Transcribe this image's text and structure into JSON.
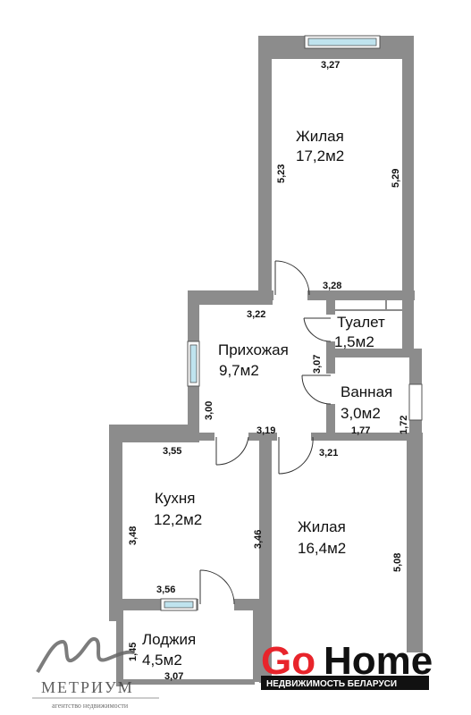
{
  "rooms": {
    "living1": {
      "name": "Жилая",
      "area": "17,2м2"
    },
    "toilet": {
      "name": "Туалет",
      "area": "1,5м2"
    },
    "hallway": {
      "name": "Прихожая",
      "area": "9,7м2"
    },
    "bathroom": {
      "name": "Ванная",
      "area": "3,0м2"
    },
    "kitchen": {
      "name": "Кухня",
      "area": "12,2м2"
    },
    "living2": {
      "name": "Жилая",
      "area": "16,4м2"
    },
    "loggia": {
      "name": "Лоджия",
      "area": "4,5м2"
    }
  },
  "dimensions": {
    "living1_top": "3,27",
    "living1_left": "5,23",
    "living1_right": "5,29",
    "living1_bottom": "3,28",
    "hallway_top": "3,22",
    "hallway_right": "3,07",
    "hallway_left": "3,00",
    "hallway_bottom": "3,19",
    "bath_bottom": "1,77",
    "bath_right": "1,72",
    "kitchen_top": "3,55",
    "kitchen_left": "3,48",
    "kitchen_right": "3,46",
    "kitchen_bottom": "3,56",
    "living2_top": "3,21",
    "living2_right": "5,08",
    "loggia_left": "1,45",
    "loggia_bottom": "3,07"
  },
  "branding": {
    "metrium_name": "МЕТРИУМ",
    "metrium_tagline": "агентство недвижимости",
    "gohome_go": "Go",
    "gohome_home": "Home",
    "gohome_tagline": "НЕДВИЖИМОСТЬ БЕЛАРУСИ"
  },
  "colors": {
    "wall": "#8c8c8c",
    "brand_red": "#e8242b",
    "window": "#bfe3ee"
  }
}
